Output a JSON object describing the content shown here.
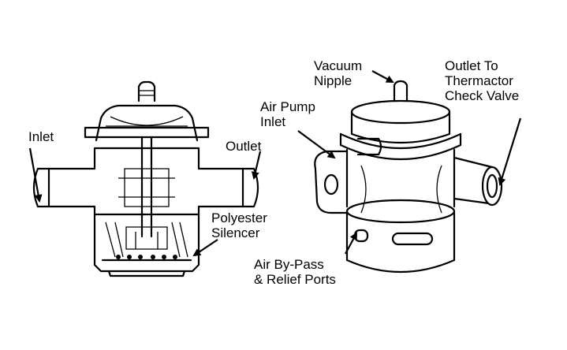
{
  "labels": {
    "inlet": "Inlet",
    "outlet": "Outlet",
    "polyester_silencer": [
      "Polyester",
      "Silencer"
    ],
    "vacuum_nipple": [
      "Vacuum",
      "Nipple"
    ],
    "air_pump_inlet": [
      "Air Pump",
      "Inlet"
    ],
    "outlet_to_thermactor": [
      "Outlet To",
      "Thermactor",
      "Check Valve"
    ],
    "air_bypass_relief": [
      "Air By-Pass",
      "& Relief Ports"
    ]
  }
}
